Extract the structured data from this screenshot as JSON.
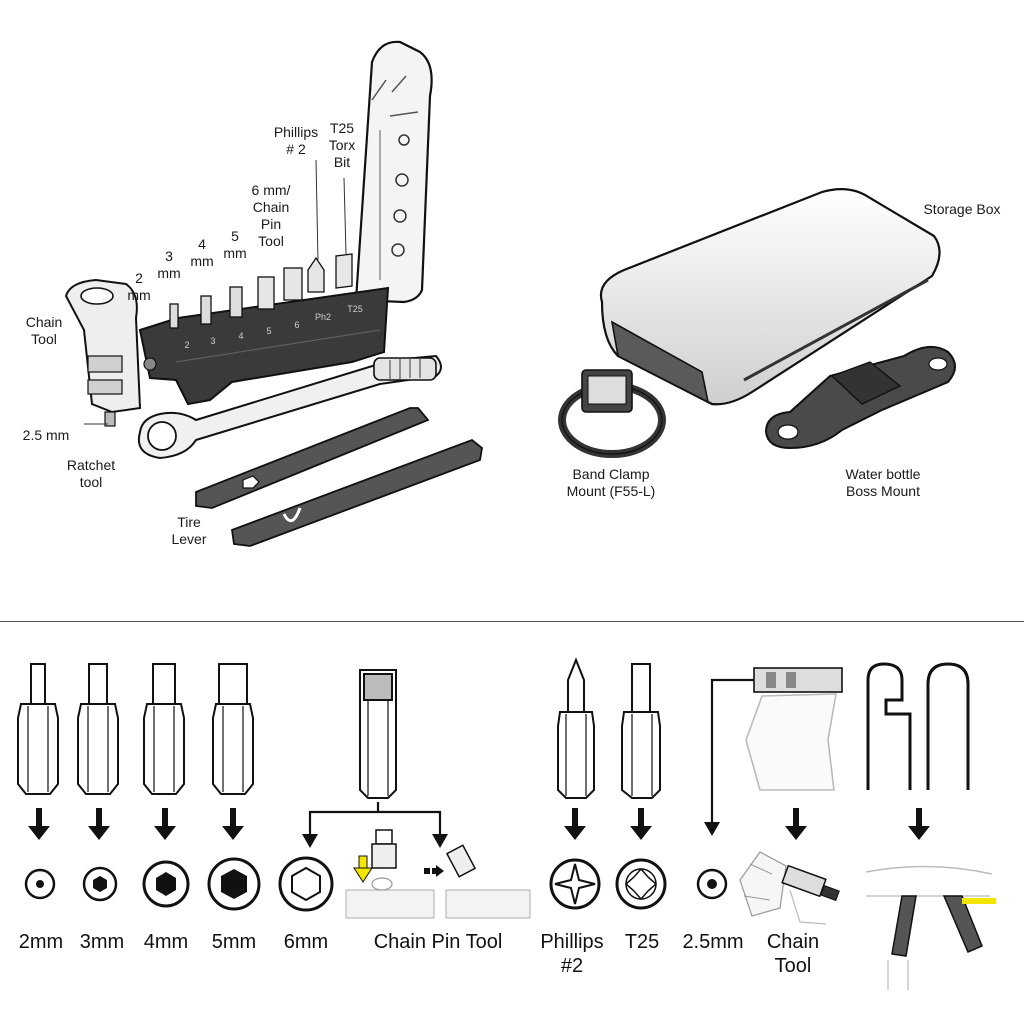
{
  "labels": {
    "chain_tool": "Chain\nTool",
    "size_2mm_top": "2\nmm",
    "size_3mm_top": "3\nmm",
    "size_4mm_top": "4\nmm",
    "size_5mm_top": "5\nmm",
    "chain_pin_top": "6 mm/\nChain\nPin\nTool",
    "phillips_top": "Phillips\n# 2",
    "t25_top": "T25\nTorx\nBit",
    "hex_2_5": "2.5 mm",
    "ratchet": "Ratchet\ntool",
    "tire_lever": "Tire\nLever",
    "storage_box": "Storage Box",
    "band_clamp": "Band Clamp\nMount (F55-L)",
    "water_bottle": "Water bottle\nBoss Mount"
  },
  "body_marks": [
    "2",
    "3",
    "4",
    "5",
    "6",
    "Ph2",
    "T25"
  ],
  "captions": {
    "c2": "2mm",
    "c3": "3mm",
    "c4": "4mm",
    "c5": "5mm",
    "c6": "6mm",
    "chain_pin": "Chain Pin Tool",
    "phillips": "Phillips\n#2",
    "t25": "T25",
    "c2_5": "2.5mm",
    "chain_tool": "Chain\nTool"
  },
  "colors": {
    "ink": "#111111",
    "body_dark": "#3a3a3a",
    "lever_gray": "#555555",
    "highlight_yellow": "#f2e600"
  }
}
